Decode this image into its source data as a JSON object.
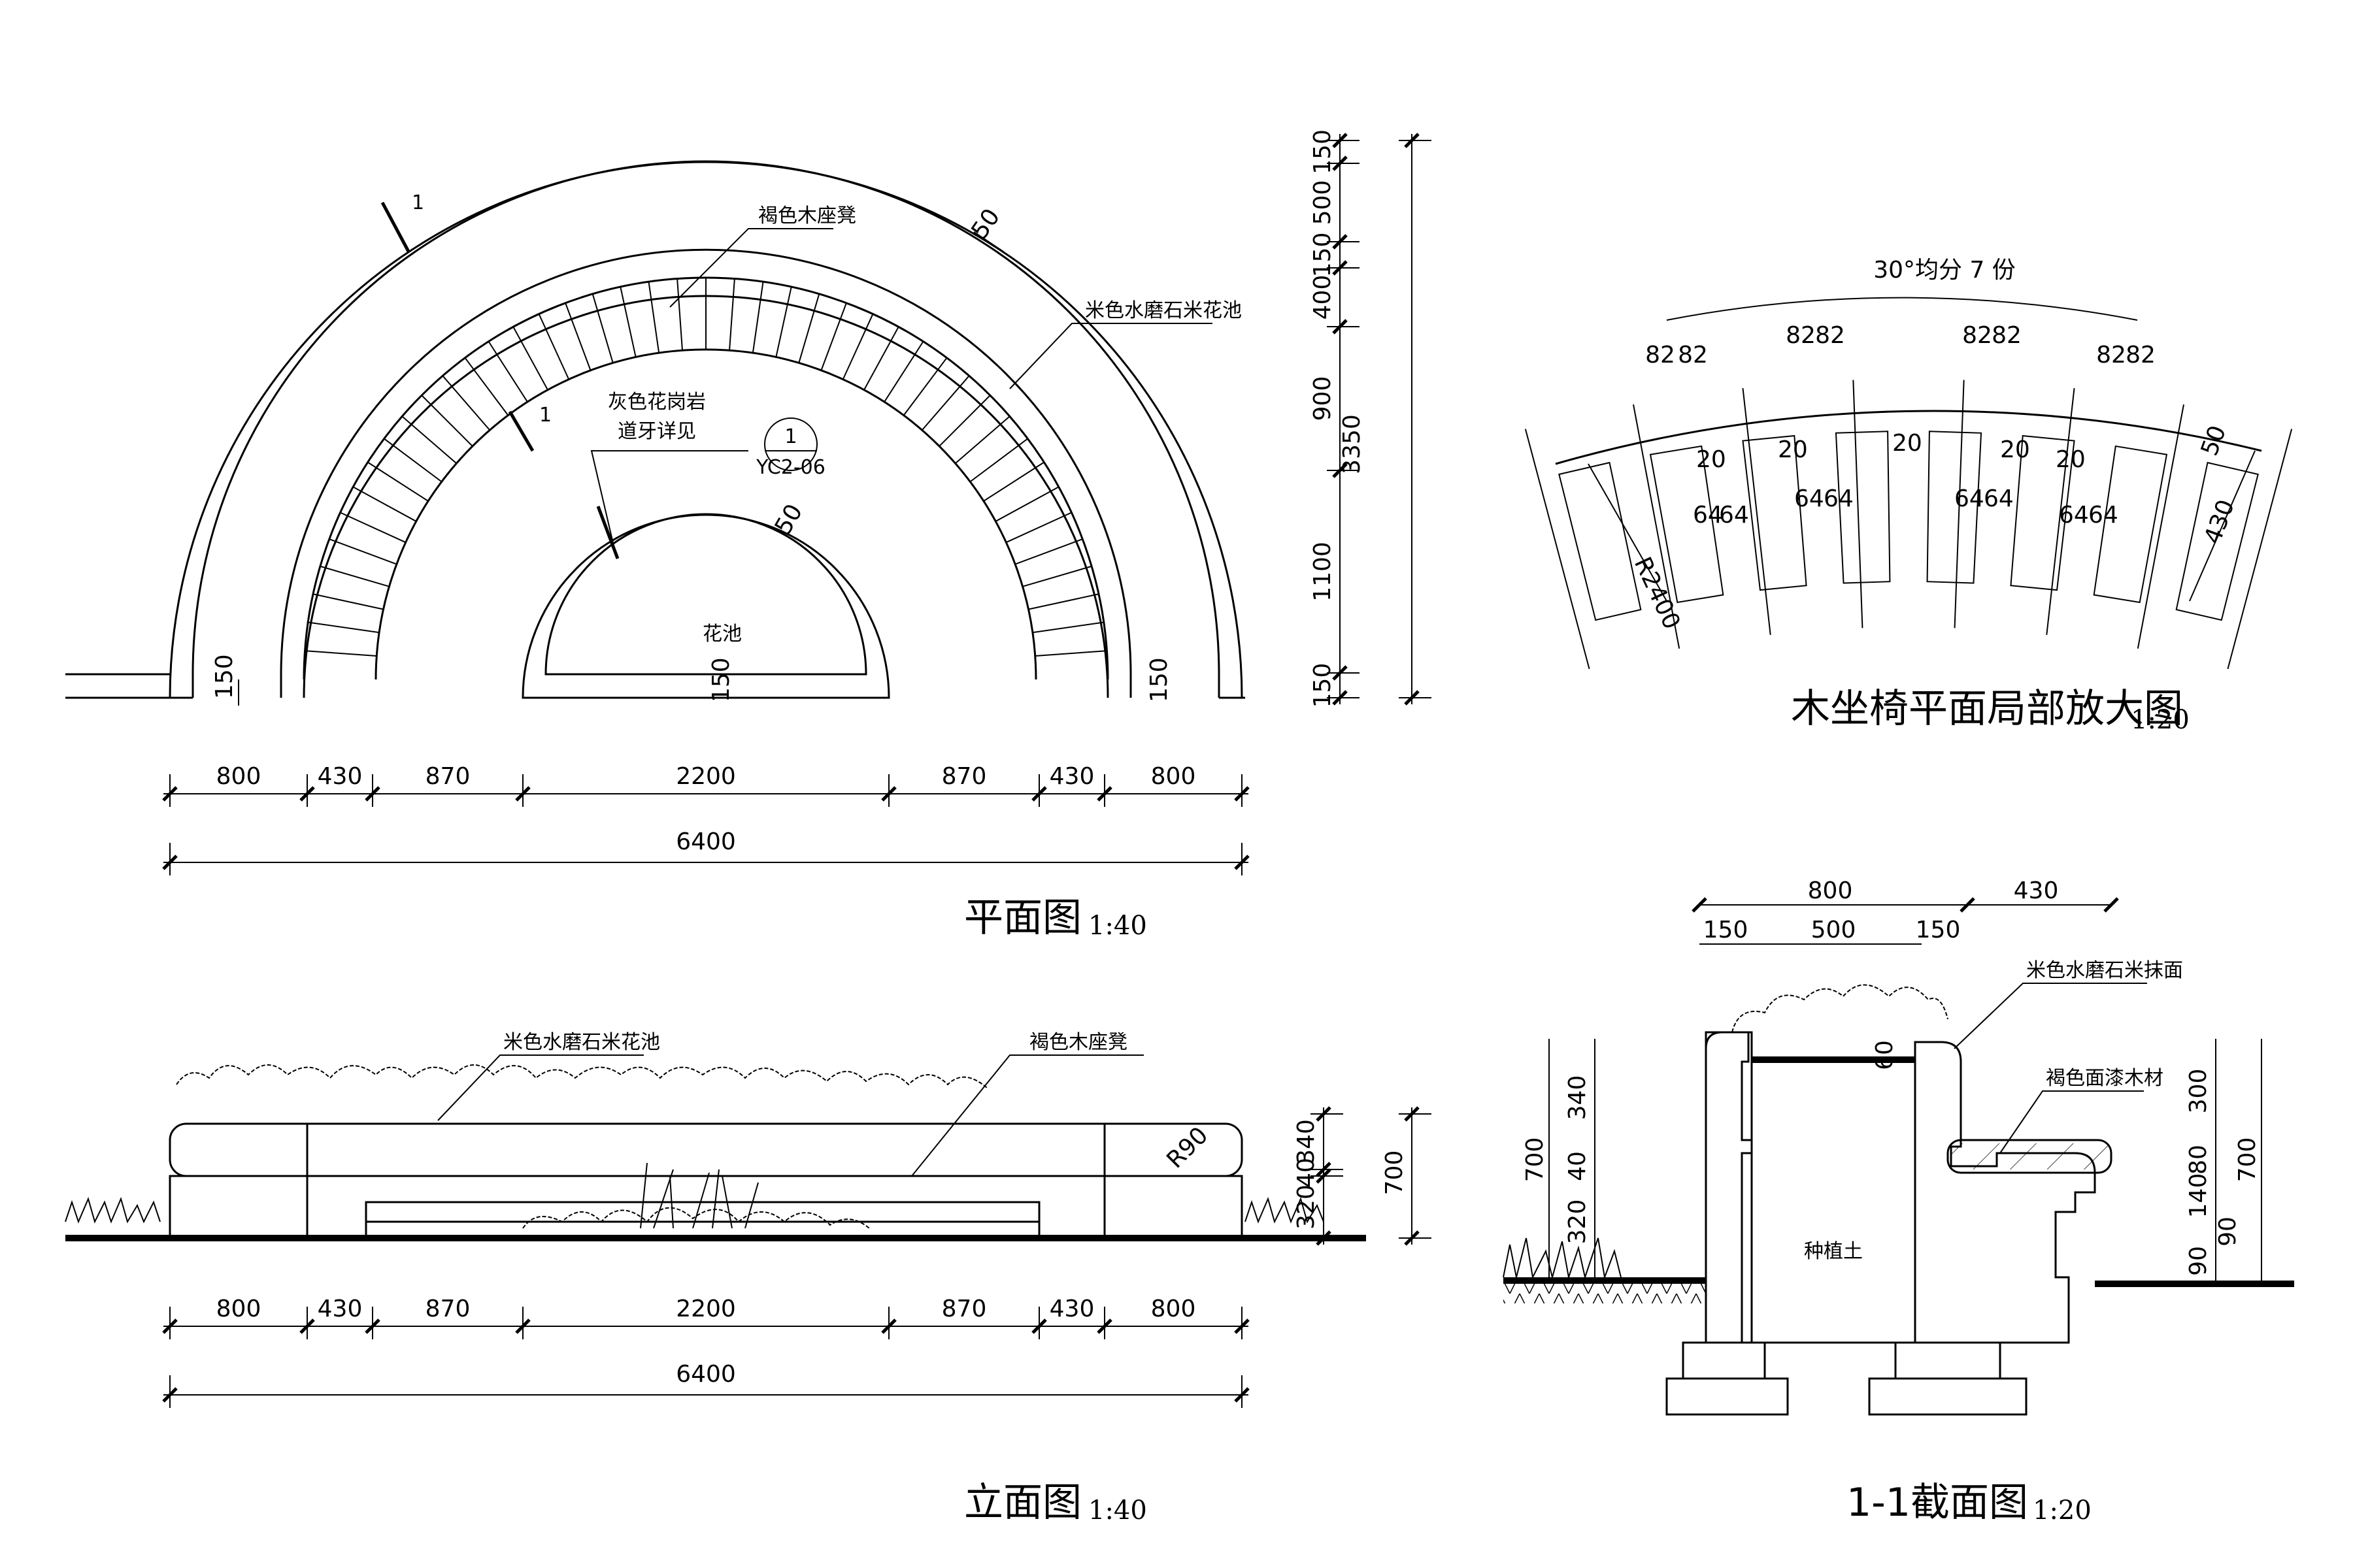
{
  "plan": {
    "title": "平面图",
    "scale": "1:40",
    "labels": {
      "bench": "褐色木座凳",
      "planter": "米色水磨石米花池",
      "granite_1": "灰色花岗岩",
      "granite_2": "道牙详见",
      "flowerbed": "花池",
      "section_mark": "1",
      "callout_top": "1",
      "callout_bottom": "YC2-06"
    },
    "bottom_dims": [
      "800",
      "430",
      "870",
      "2200",
      "870",
      "430",
      "800"
    ],
    "total": "6400",
    "right_dims": [
      "150",
      "500",
      "150",
      "400",
      "900",
      "1100",
      "150"
    ],
    "right_total": "3350",
    "small_dims": {
      "d150": "150",
      "d50": "50"
    }
  },
  "detail": {
    "title": "木坐椅平面局部放大图",
    "scale": "1:20",
    "top_label": "30°均分 7 份",
    "radius": "R2400",
    "width": "430",
    "d82": "82",
    "d20": "20",
    "d64": "64",
    "d50": "50"
  },
  "elevation": {
    "title": "立面图",
    "scale": "1:40",
    "labels": {
      "planter": "米色水磨石米花池",
      "bench": "褐色木座凳",
      "radius": "R90"
    },
    "bottom_dims": [
      "800",
      "430",
      "870",
      "2200",
      "870",
      "430",
      "800"
    ],
    "total": "6400",
    "right_dims": [
      "340",
      "40",
      "320"
    ],
    "right_total": "700"
  },
  "section": {
    "title": "1-1截面图",
    "scale": "1:20",
    "top_dims": {
      "w800": "800",
      "w430": "430",
      "w150a": "150",
      "w500": "500",
      "w150b": "150"
    },
    "labels": {
      "terrazzo": "米色水磨石米抹面",
      "wood": "褐色面漆木材",
      "soil": "种植土"
    },
    "left_dims": [
      "340",
      "40",
      "320"
    ],
    "left_total": "700",
    "right_dims": [
      "300",
      "80",
      "140",
      "90"
    ],
    "right_total": "700",
    "misc": {
      "d90": "90",
      "d60": "60"
    }
  }
}
